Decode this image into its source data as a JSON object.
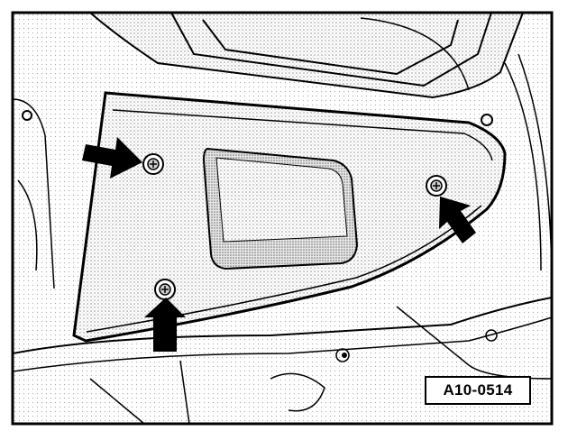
{
  "figure": {
    "label": "A10-0514",
    "screws": [
      "top-left",
      "right",
      "bottom"
    ],
    "colors": {
      "ink": "#000000",
      "stipple": "#9a9a9a",
      "paper": "#ffffff"
    }
  }
}
